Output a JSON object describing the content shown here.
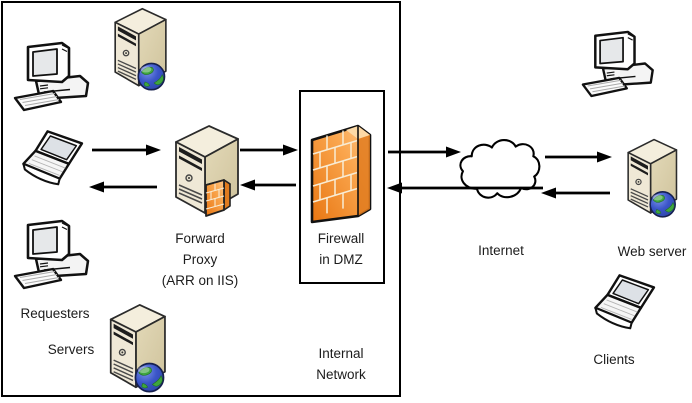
{
  "diagram": {
    "type": "network-architecture",
    "colors": {
      "background": "#ffffff",
      "outline": "#000000",
      "text": "#1c1c1c",
      "server_top": "#f4eedd",
      "server_front": "#efe8d6",
      "server_side_light": "#e3d9b8",
      "server_side_dark": "#cfc39c",
      "firewall_dark": "#e87612",
      "firewall_mid": "#faa64e",
      "firewall_light": "#fcc688",
      "firewall_side": "#e07b1f",
      "firewall_top": "#fcd9a6",
      "mortar": "#f8ecd4",
      "globe_blue": "#3a55c8",
      "globe_green": "#3fa53f",
      "device_fill": "#ffffff",
      "screen_fill": "#e6e8ea"
    },
    "labels": {
      "requesters": "Requesters",
      "servers": "Servers",
      "forward_proxy_line1": "Forward",
      "forward_proxy_line2": "Proxy",
      "forward_proxy_line3": "(ARR on IIS)",
      "firewall_line1": "Firewall",
      "firewall_line2": "in DMZ",
      "internal_network_line1": "Internal",
      "internal_network_line2": "Network",
      "internet": "Internet",
      "web_server": "Web server",
      "clients": "Clients"
    },
    "nodes": [
      {
        "id": "requesters",
        "icons": [
          "desktop-computer",
          "laptop",
          "desktop-computer"
        ],
        "label": "Requesters",
        "zone": "internal-network"
      },
      {
        "id": "servers",
        "icons": [
          "server-with-globe",
          "server-with-globe"
        ],
        "label": "Servers",
        "zone": "internal-network"
      },
      {
        "id": "forward-proxy",
        "icons": [
          "server-with-firewall-brick"
        ],
        "label": "Forward Proxy (ARR on IIS)",
        "zone": "internal-network"
      },
      {
        "id": "firewall",
        "icons": [
          "firewall-brick-wall"
        ],
        "label": "Firewall in DMZ",
        "zone": "dmz"
      },
      {
        "id": "internet",
        "icons": [
          "cloud"
        ],
        "label": "Internet",
        "zone": "external"
      },
      {
        "id": "web-server",
        "icons": [
          "desktop-computer",
          "server-with-globe"
        ],
        "label": "Web server",
        "zone": "external"
      },
      {
        "id": "clients",
        "icons": [
          "laptop"
        ],
        "label": "Clients",
        "zone": "external"
      }
    ],
    "edges": [
      {
        "from": "requesters",
        "to": "forward-proxy"
      },
      {
        "from": "forward-proxy",
        "to": "requesters"
      },
      {
        "from": "forward-proxy",
        "to": "firewall"
      },
      {
        "from": "firewall",
        "to": "forward-proxy"
      },
      {
        "from": "firewall",
        "to": "internet"
      },
      {
        "from": "internet",
        "to": "firewall"
      },
      {
        "from": "internet",
        "to": "web-server"
      },
      {
        "from": "web-server",
        "to": "internet"
      }
    ]
  }
}
